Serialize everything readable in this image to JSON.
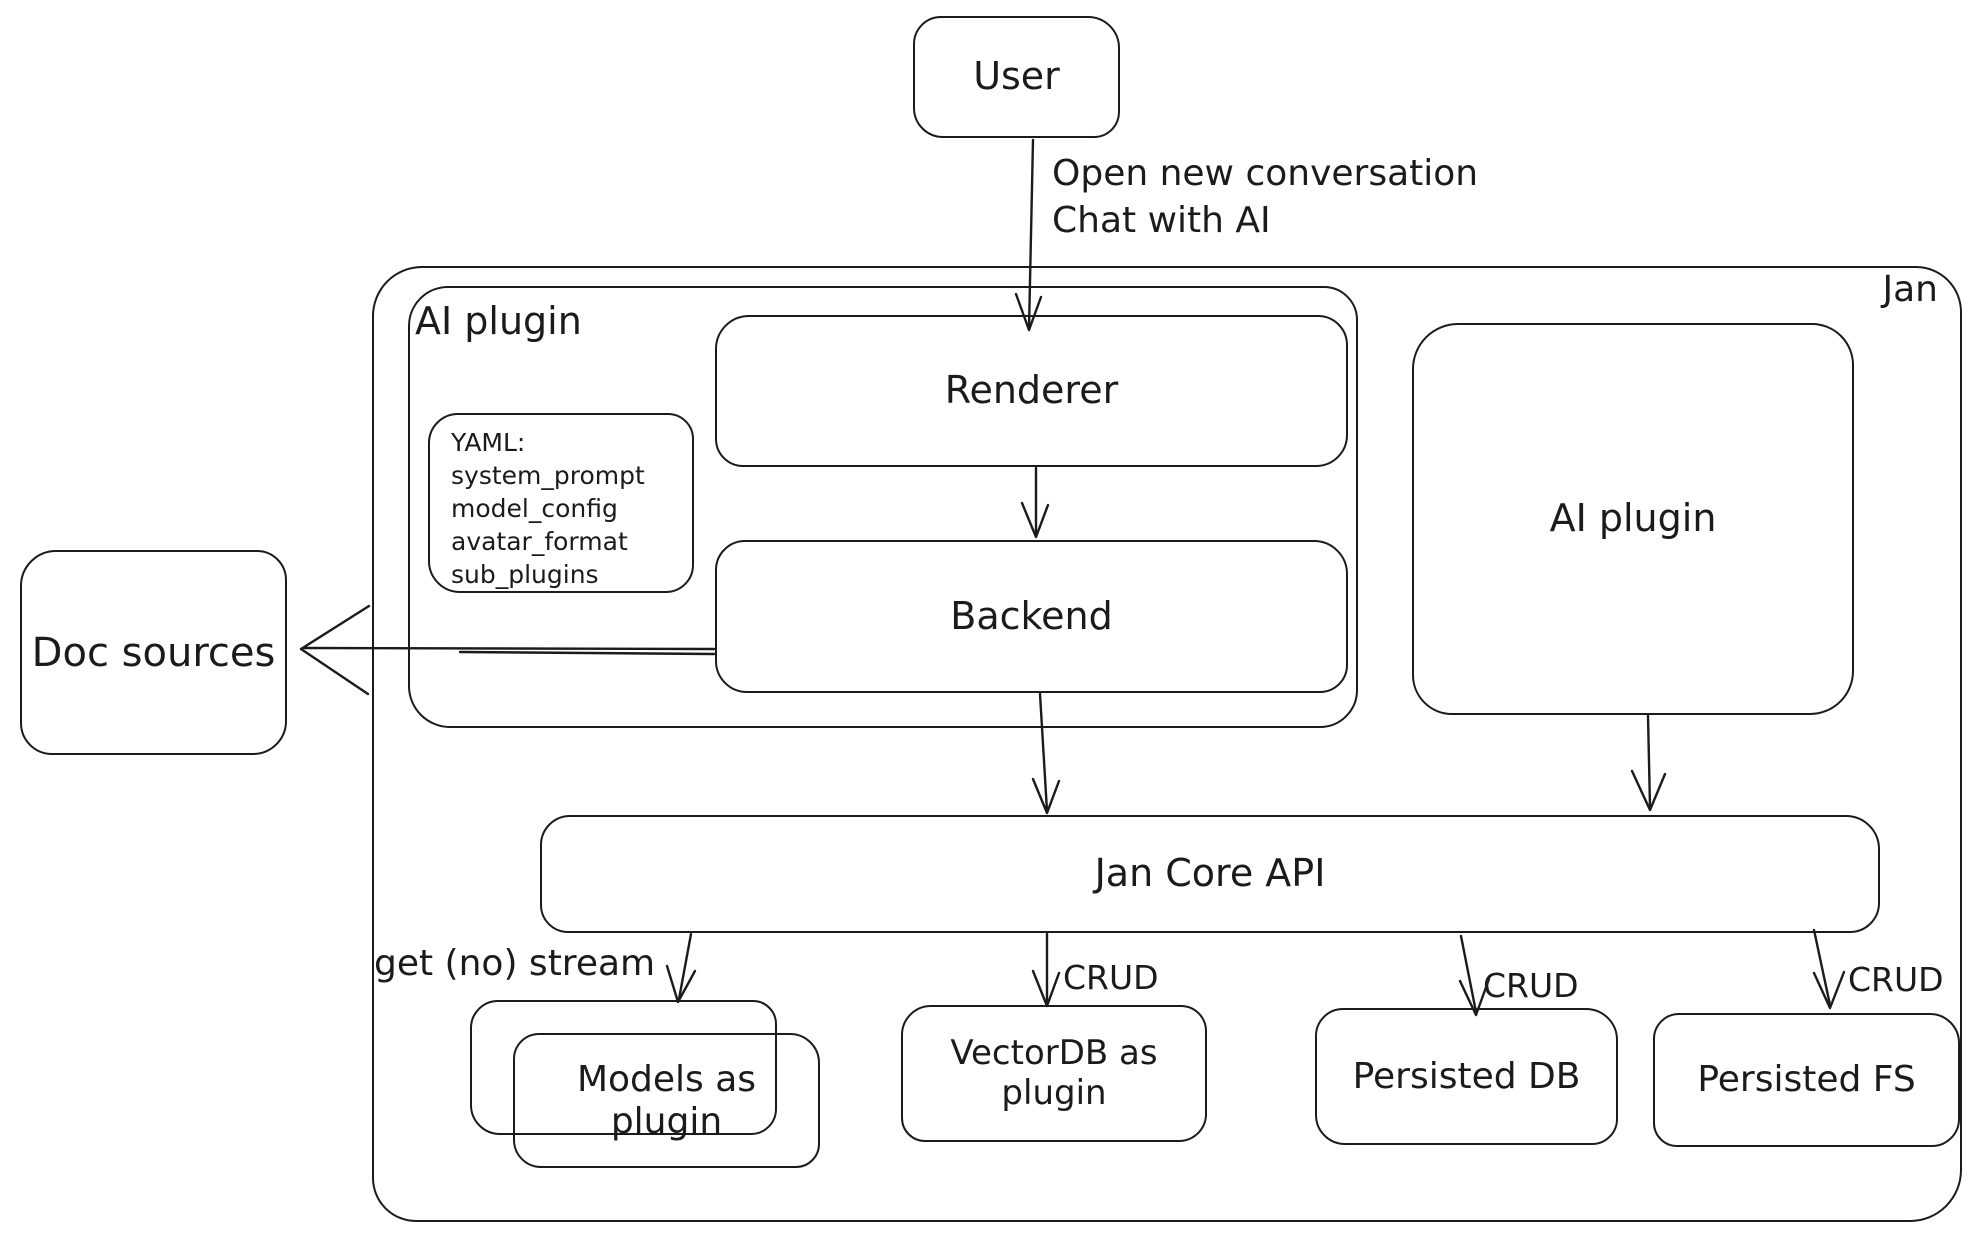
{
  "diagram": {
    "container_label": "Jan",
    "nodes": {
      "user": "User",
      "ai_plugin_container": "AI plugin",
      "renderer": "Renderer",
      "backend": "Backend",
      "yaml_note": "YAML:\nsystem_prompt\nmodel_config\navatar_format\nsub_plugins",
      "doc_sources": "Doc sources",
      "ai_plugin_right": "AI plugin",
      "jan_core_api": "Jan Core API",
      "models_as_plugin": "Models as\nplugin",
      "vectordb_as_plugin": "VectorDB as\nplugin",
      "persisted_db": "Persisted DB",
      "persisted_fs": "Persisted FS"
    },
    "edge_labels": {
      "user_to_renderer": "Open new conversation\nChat with AI",
      "get_no_stream": "get (no) stream",
      "crud_vectordb": "CRUD",
      "crud_persisted_db": "CRUD",
      "crud_persisted_fs": "CRUD"
    },
    "colors": {
      "stroke": "#1b1b1b",
      "background": "#ffffff"
    }
  }
}
